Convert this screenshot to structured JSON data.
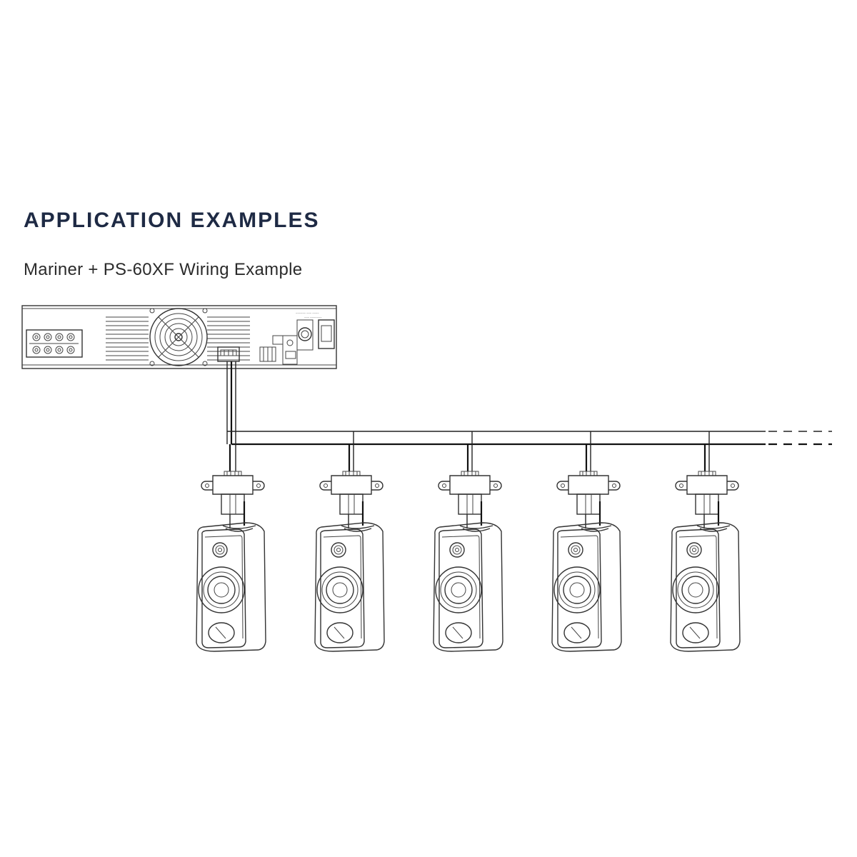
{
  "heading": "APPLICATION EXAMPLES",
  "subheading": "Mariner + PS-60XF Wiring Example",
  "colors": {
    "heading": "#1e2a44",
    "text": "#2b2b2b",
    "lines": "#333333",
    "background": "#ffffff"
  },
  "amplifier": {
    "icon": "amplifier-rear-panel-icon"
  },
  "speaker_count": 5,
  "speaker_icon": "outdoor-speaker-icon",
  "transformer_icon": "line-transformer-icon"
}
